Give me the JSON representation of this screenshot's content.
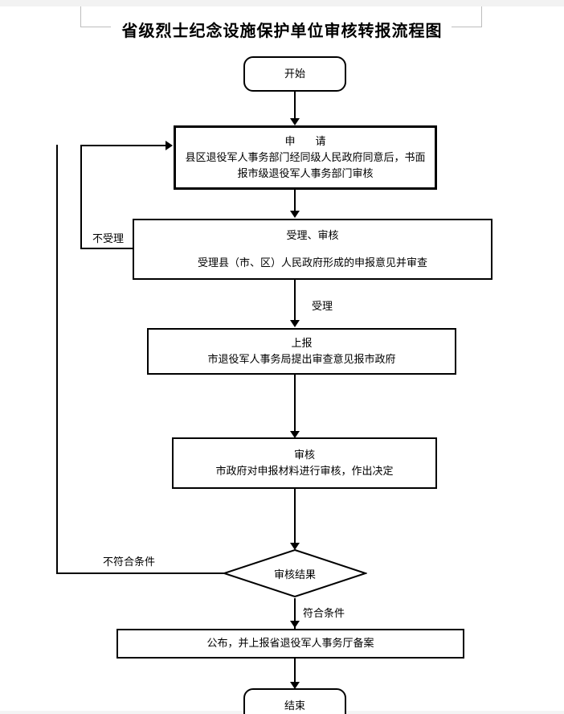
{
  "document": {
    "title": "省级烈士纪念设施保护单位审核转报流程图"
  },
  "flowchart": {
    "nodes": {
      "start": {
        "label": "开始",
        "shape": "terminator"
      },
      "apply": {
        "heading": "申　请",
        "body": "县区退役军人事务部门经同级人民政府同意后，书面报市级退役军人事务部门审核",
        "shape": "rectangle"
      },
      "accept_review": {
        "heading": "受理、审核",
        "body": "受理县（市、区）人民政府形成的申报意见并审查",
        "shape": "rectangle"
      },
      "report_up": {
        "heading": "上报",
        "body": "市退役军人事务局提出审查意见报市政府",
        "shape": "rectangle"
      },
      "examine": {
        "heading": "审核",
        "body": "市政府对申报材料进行审核，作出决定",
        "shape": "rectangle"
      },
      "decision": {
        "label": "审核结果",
        "shape": "diamond"
      },
      "publish": {
        "label": "公布，并上报省退役军人事务厅备案",
        "shape": "rectangle"
      },
      "end": {
        "label": "结束",
        "shape": "terminator"
      }
    },
    "edge_labels": {
      "not_accepted": "不受理",
      "accepted": "受理",
      "not_qualified": "不符合条件",
      "qualified": "符合条件"
    },
    "colors": {
      "line": "#000000",
      "fill": "#ffffff",
      "text": "#000000"
    }
  }
}
